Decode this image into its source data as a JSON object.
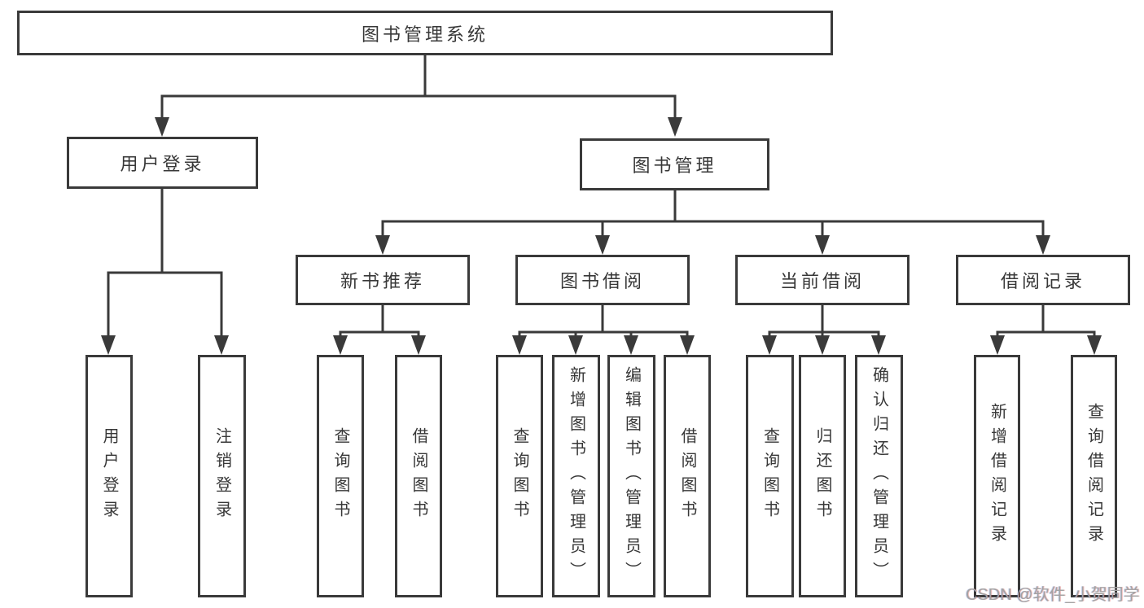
{
  "diagram": {
    "type": "hierarchy-tree",
    "orientation": "top-down",
    "colors": {
      "background": "#ffffff",
      "line": "#3a3a3a",
      "box_border": "#3a3a3a",
      "text": "#383838",
      "watermark_text": "#a3a3a3"
    }
  },
  "tree": {
    "label": "图书管理系统",
    "children": [
      {
        "label": "用户登录",
        "children": [
          {
            "label": "用户登录"
          },
          {
            "label": "注销登录"
          }
        ]
      },
      {
        "label": "图书管理",
        "children": [
          {
            "label": "新书推荐",
            "children": [
              {
                "label": "查询图书"
              },
              {
                "label": "借阅图书"
              }
            ]
          },
          {
            "label": "图书借阅",
            "children": [
              {
                "label": "查询图书"
              },
              {
                "label": "新增图书（管理员）"
              },
              {
                "label": "编辑图书（管理员）"
              },
              {
                "label": "借阅图书"
              }
            ]
          },
          {
            "label": "当前借阅",
            "children": [
              {
                "label": "查询图书"
              },
              {
                "label": "归还图书"
              },
              {
                "label": "确认归还（管理员）"
              }
            ]
          },
          {
            "label": "借阅记录",
            "children": [
              {
                "label": "新增借阅记录"
              },
              {
                "label": "查询借阅记录"
              }
            ]
          }
        ]
      }
    ]
  },
  "watermark": {
    "text": "CSDN @软件_小贺同学"
  }
}
